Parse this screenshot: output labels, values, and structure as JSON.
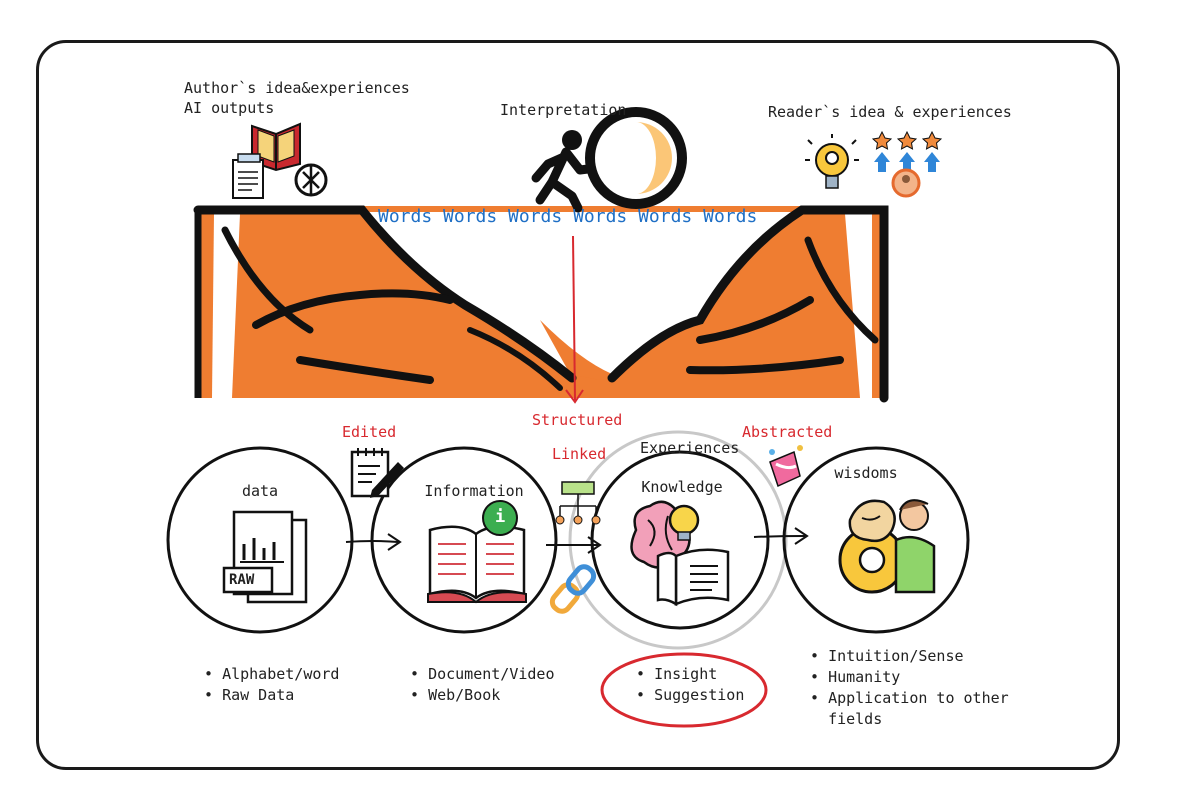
{
  "top": {
    "author_line1": "Author`s idea&experiences",
    "author_line2": "AI outputs",
    "interpretation": "Interpretation",
    "reader": "Reader`s idea & experiences",
    "words": "Words Words Words Words Words Words"
  },
  "transitions": {
    "edited": "Edited",
    "structured": "Structured",
    "linked": "Linked",
    "experiences": "Experiences",
    "abstracted": "Abstracted"
  },
  "stages": [
    {
      "name": "data",
      "bullets": [
        "Alphabet/word",
        "Raw Data"
      ]
    },
    {
      "name": "Information",
      "bullets": [
        "Document/Video",
        "Web/Book"
      ]
    },
    {
      "name": "Knowledge",
      "bullets": [
        "Insight",
        "Suggestion"
      ]
    },
    {
      "name": "wisdoms",
      "bullets": [
        "Intuition/Sense",
        "Humanity",
        "Application to other",
        "fields"
      ]
    }
  ],
  "icons": {
    "raw_label": "RAW",
    "info_badge": "i"
  },
  "colors": {
    "orange": "#ef7d31",
    "words_blue": "#1f6fc5",
    "red": "#d8292f",
    "ink": "#1a1a1a"
  }
}
